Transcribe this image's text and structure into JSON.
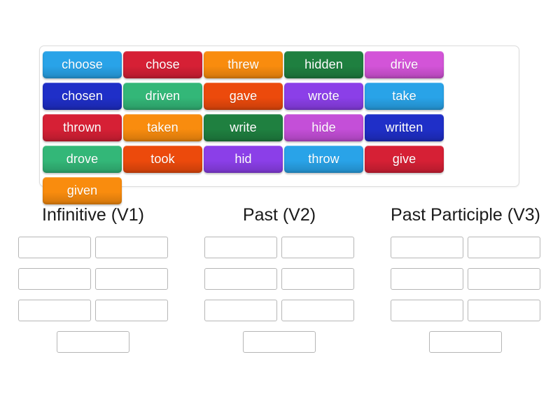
{
  "tile_bank": {
    "name": "word-tile-bank",
    "tiles": [
      {
        "label": "choose",
        "color": "#29a3e8"
      },
      {
        "label": "chose",
        "color": "#d62035"
      },
      {
        "label": "threw",
        "color": "#f98c0e"
      },
      {
        "label": "hidden",
        "color": "#1f8040"
      },
      {
        "label": "drive",
        "color": "#d354d8"
      },
      {
        "label": "chosen",
        "color": "#1f2fc8"
      },
      {
        "label": "driven",
        "color": "#33b778"
      },
      {
        "label": "gave",
        "color": "#ec4a0c"
      },
      {
        "label": "wrote",
        "color": "#8b3fe8"
      },
      {
        "label": "take",
        "color": "#29a3e8"
      },
      {
        "label": "thrown",
        "color": "#d62035"
      },
      {
        "label": "taken",
        "color": "#f98c0e"
      },
      {
        "label": "write",
        "color": "#1f8040"
      },
      {
        "label": "hide",
        "color": "#c44fd8"
      },
      {
        "label": "written",
        "color": "#1f2fc8"
      },
      {
        "label": "drove",
        "color": "#33b778"
      },
      {
        "label": "took",
        "color": "#ec4a0c"
      },
      {
        "label": "hid",
        "color": "#8b3fe8"
      },
      {
        "label": "throw",
        "color": "#29a3e8"
      },
      {
        "label": "give",
        "color": "#d62035"
      },
      {
        "label": "given",
        "color": "#f98c0e"
      }
    ]
  },
  "columns": [
    {
      "id": "infinitive-v1",
      "title": "Infinitive (V1)",
      "slots": [
        "",
        "",
        "",
        "",
        "",
        "",
        ""
      ]
    },
    {
      "id": "past-v2",
      "title": "Past (V2)",
      "slots": [
        "",
        "",
        "",
        "",
        "",
        "",
        ""
      ]
    },
    {
      "id": "past-participle-v3",
      "title": "Past Participle (V3)",
      "slots": [
        "",
        "",
        "",
        "",
        "",
        "",
        ""
      ]
    }
  ]
}
